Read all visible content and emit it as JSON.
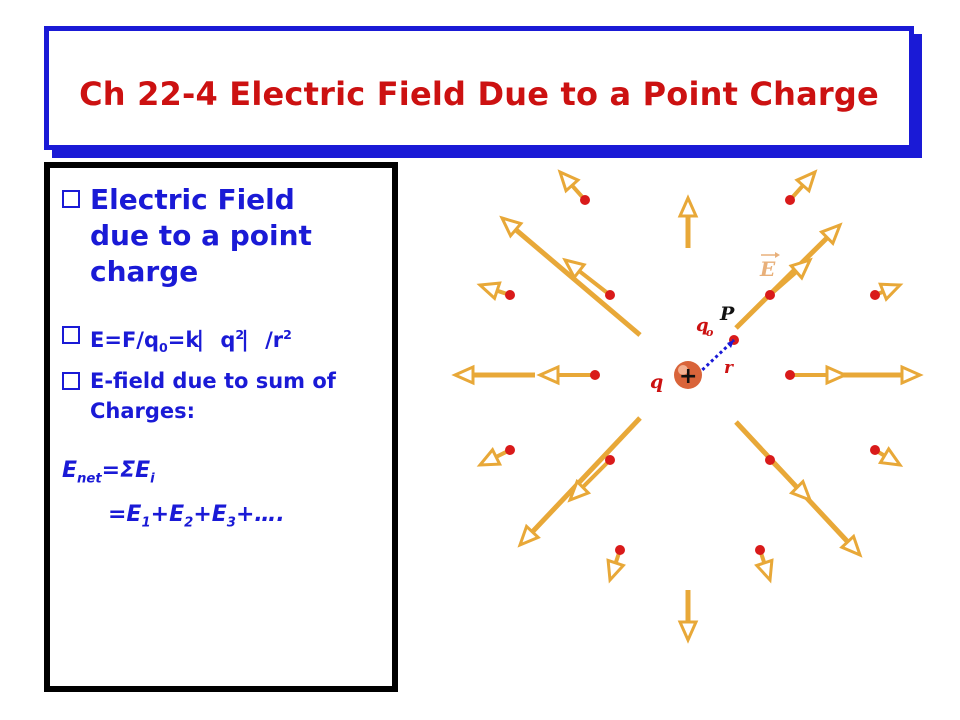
{
  "title": "Ch 22-4 Electric Field Due to a Point Charge",
  "bullets": {
    "b1": "Electric Field due to a point charge",
    "b2_parts": [
      "E=F/q",
      "0",
      "=k",
      "⎸",
      "q",
      "2",
      "⎸",
      "/r",
      "2"
    ],
    "b3": "E-field due to sum of Charges:"
  },
  "formula": {
    "line1_parts": [
      "E",
      "net",
      "=",
      "Σ",
      "E",
      "i"
    ],
    "line2_parts": [
      "=E",
      "1",
      "+E",
      "2",
      "+E",
      "3",
      "+…."
    ]
  },
  "diagram": {
    "charge_sign": "+",
    "label_q": "q",
    "label_q0": "q",
    "label_q0_sub": "o",
    "label_P": "P",
    "label_r": "r",
    "label_E": "E",
    "colors": {
      "arrow": "#e8a838",
      "dot": "#d91a1a",
      "charge": "#d9643a",
      "label": "#cc1111",
      "r_line": "#1a1ad6"
    }
  }
}
